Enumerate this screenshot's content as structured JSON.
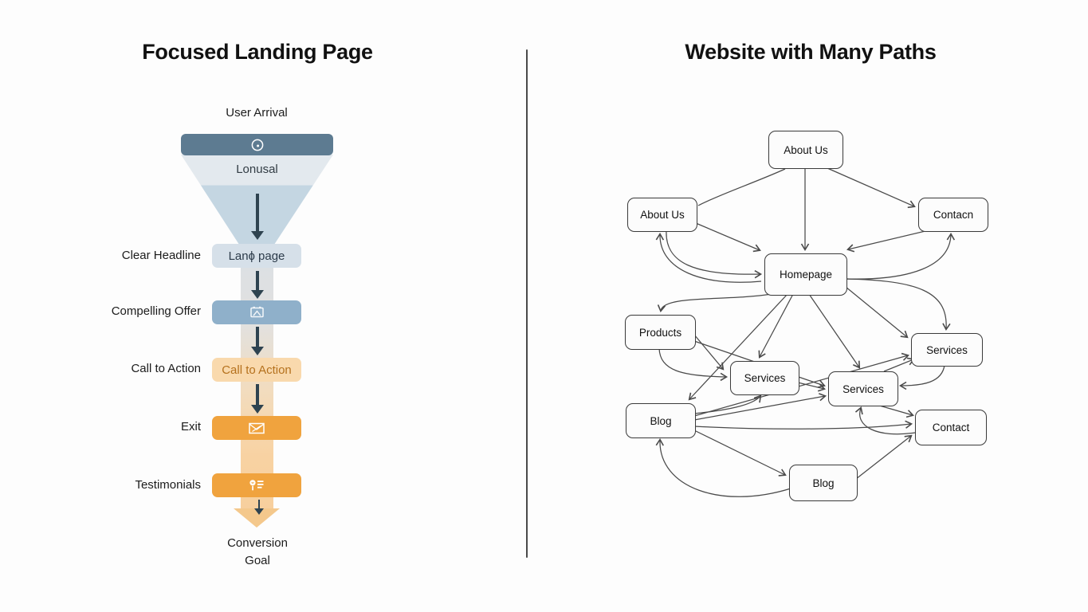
{
  "left": {
    "title": "Focused Landing Page",
    "entry_label": "User Arrival",
    "funnel_label": "Lonusal",
    "funnel_icon": "clock-icon",
    "rows": [
      {
        "label": "Clear Headline",
        "box": "Lanɸ page"
      },
      {
        "label": "Compelling Offer",
        "box_icon": "image-icon"
      },
      {
        "label": "Call to Action",
        "box": "Call to Action"
      },
      {
        "label": "Exit",
        "box_icon": "envelope-icon"
      },
      {
        "label": "Testimonials",
        "box_icon": "testimonial-icon"
      }
    ],
    "goal_line1": "Conversion",
    "goal_line2": "Goal",
    "colors": {
      "funnel_top_bar": "#5d7b91",
      "funnel_upper": "#e3e9ee",
      "funnel_lower": "#c4d6e2",
      "stage_neutral": "#d6e0e9",
      "stage_blue": "#8fb0ca",
      "stage_light_orange": "#f9d9ad",
      "cta_text": "#b5711d",
      "stage_orange": "#f0a33e",
      "arrow": "#2e4350"
    }
  },
  "right": {
    "title": "Website with Many Paths",
    "nodes": [
      {
        "id": "about-us-top",
        "label": "About Us"
      },
      {
        "id": "about-us-left",
        "label": "About Us"
      },
      {
        "id": "contact-top",
        "label": "Contacn"
      },
      {
        "id": "homepage",
        "label": "Homepage"
      },
      {
        "id": "products",
        "label": "Products"
      },
      {
        "id": "services-right",
        "label": "Services"
      },
      {
        "id": "services-mid-left",
        "label": "Services"
      },
      {
        "id": "services-mid-right",
        "label": "Services"
      },
      {
        "id": "blog-left",
        "label": "Blog"
      },
      {
        "id": "contact-right",
        "label": "Contact"
      },
      {
        "id": "blog-bottom",
        "label": "Blog"
      }
    ],
    "edge_color": "#4a4a4a"
  }
}
